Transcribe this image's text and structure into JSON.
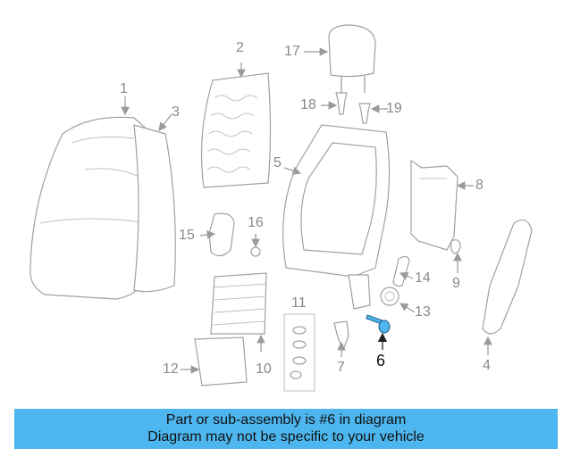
{
  "callouts": [
    "1",
    "2",
    "3",
    "4",
    "5",
    "6",
    "7",
    "8",
    "9",
    "10",
    "11",
    "12",
    "13",
    "14",
    "15",
    "16",
    "17",
    "18",
    "19"
  ],
  "highlight": "6",
  "colors": {
    "highlight_part": "#4db6ef",
    "banner": "#4db6ef",
    "line": "#9a9a9a"
  },
  "banner": {
    "line1": "Part or sub-assembly is #6 in diagram",
    "line2": "Diagram may not be specific to your vehicle"
  }
}
